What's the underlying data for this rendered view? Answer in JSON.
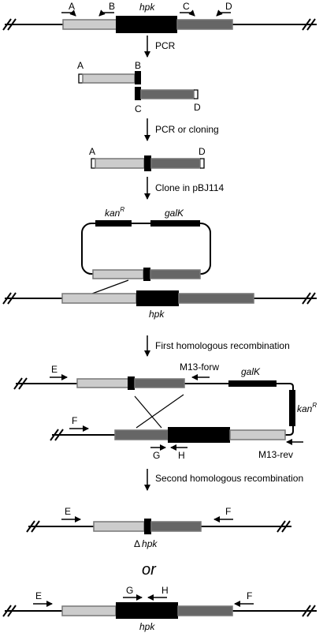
{
  "colors": {
    "line": "#000000",
    "light_segment": "#cccccc",
    "dark_segment": "#666666",
    "gene": "#000000",
    "segment_border": "#777777"
  },
  "primers": {
    "A": "A",
    "B": "B",
    "C": "C",
    "D": "D",
    "E": "E",
    "F": "F",
    "G": "G",
    "H": "H",
    "m13_forw": "M13-forw",
    "m13_rev": "M13-rev"
  },
  "genes": {
    "hpk": "hpk",
    "delta_hpk_prefix": "Δ",
    "galk": "galK",
    "kan": "kan",
    "kan_superscript": "R"
  },
  "steps": {
    "pcr": "PCR",
    "pcr_or_cloning": "PCR or cloning",
    "clone": "Clone in pBJ114",
    "first_recombination": "First homologous recombination",
    "second_recombination": "Second homologous recombination"
  },
  "or_label": "or"
}
